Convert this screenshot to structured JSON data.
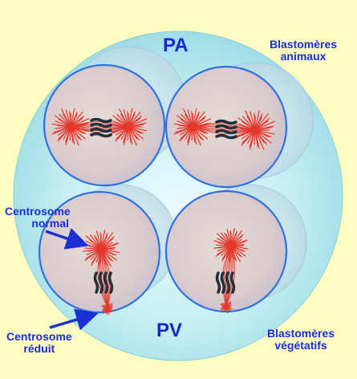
{
  "labels": {
    "pole_animal": "PA",
    "pole_vegetal": "PV",
    "blasto_animal_line1": "Blastomères",
    "blasto_animal_line2": "animaux",
    "blasto_veg_line1": "Blastomères",
    "blasto_veg_line2": "végétatifs",
    "centro_normal_line1": "Centrosome",
    "centro_normal_line2": "normal",
    "centro_reduit_line1": "Centrosome",
    "centro_reduit_line2": "réduit"
  },
  "colors": {
    "background": "#fdfdc2",
    "embryo": "#b9ecf1",
    "cell_outline": "#2f6fe0",
    "cell_fill": "#e2d4d2",
    "aster": "#e4362a",
    "chromosome": "#23303a",
    "label": "#1a2fd6"
  }
}
